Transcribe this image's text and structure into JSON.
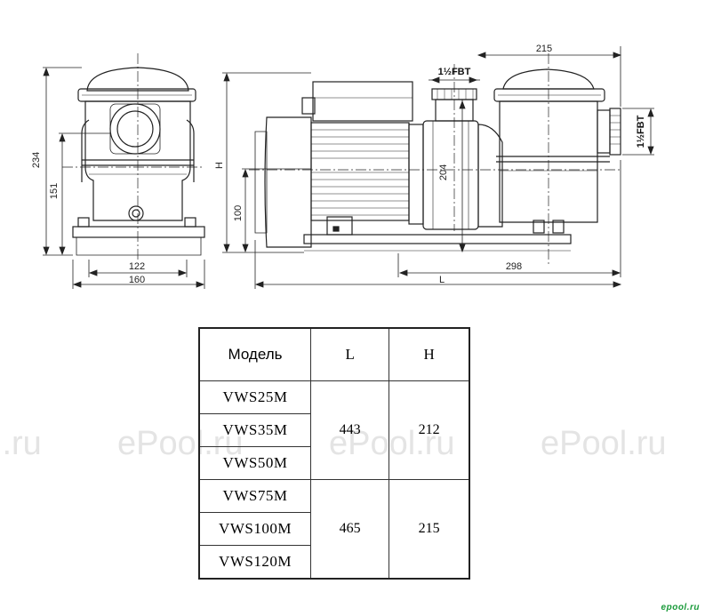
{
  "dimensions": {
    "overall_height": "234",
    "port_height": "151",
    "base_width_inner": "122",
    "base_width": "160",
    "height_var": "H",
    "axis_height": "100",
    "port_axis": "204",
    "length_298": "298",
    "length_var": "L",
    "top_215": "215",
    "port_label_top": "1½FBT",
    "port_label_side": "1½FBT"
  },
  "table": {
    "headers": {
      "model": "Модель",
      "L": "L",
      "H": "H"
    },
    "groups": [
      {
        "models": [
          "VWS25M",
          "VWS35M",
          "VWS50M"
        ],
        "L": "443",
        "H": "212"
      },
      {
        "models": [
          "VWS75M",
          "VWS100M",
          "VWS120M"
        ],
        "L": "465",
        "H": "215"
      }
    ]
  },
  "watermarks": [
    "l.ru",
    "ePool.ru",
    "ePool.ru",
    "ePool.ru"
  ],
  "brand": "epool.ru"
}
